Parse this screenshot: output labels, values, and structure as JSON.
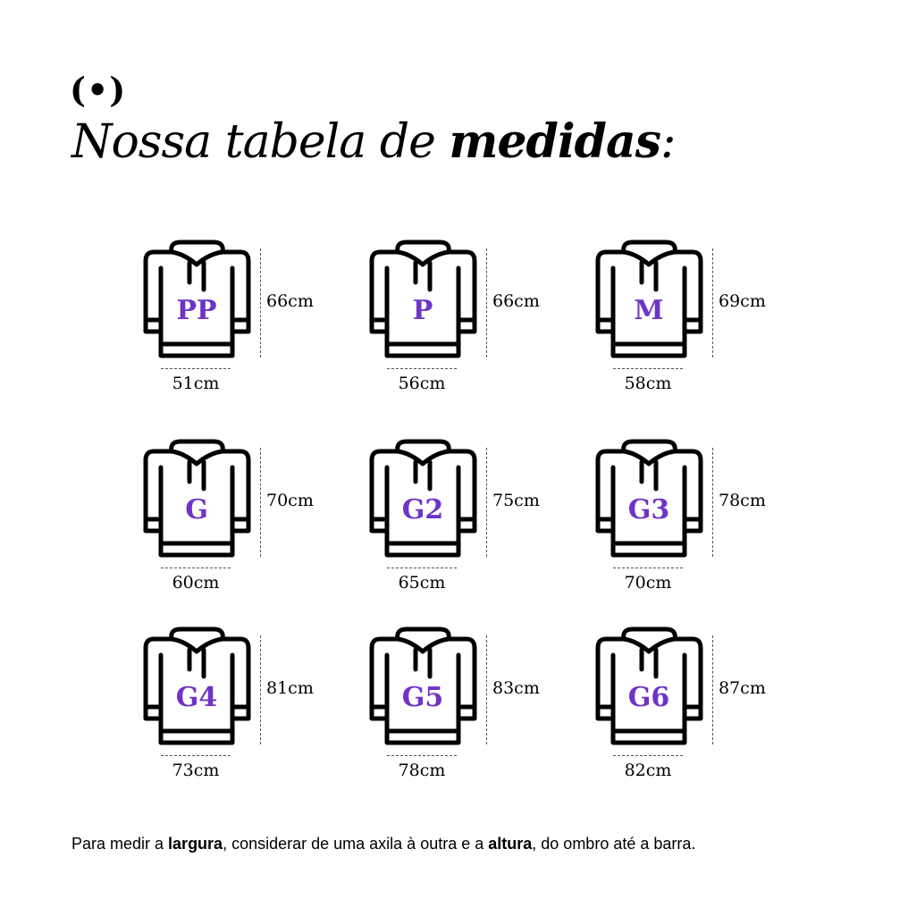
{
  "logo": "(•)",
  "title": {
    "normal": "Nossa tabela de ",
    "bold": "medidas",
    "end": ":"
  },
  "sizes": [
    {
      "label": "PP",
      "height": "66cm",
      "width": "51cm"
    },
    {
      "label": "P",
      "height": "66cm",
      "width": "56cm"
    },
    {
      "label": "M",
      "height": "69cm",
      "width": "58cm"
    },
    {
      "label": "G",
      "height": "70cm",
      "width": "60cm"
    },
    {
      "label": "G2",
      "height": "75cm",
      "width": "65cm"
    },
    {
      "label": "G3",
      "height": "78cm",
      "width": "70cm"
    },
    {
      "label": "G4",
      "height": "81cm",
      "width": "73cm"
    },
    {
      "label": "G5",
      "height": "83cm",
      "width": "78cm"
    },
    {
      "label": "G6",
      "height": "87cm",
      "width": "82cm"
    }
  ],
  "note": {
    "p1": "Para medir a ",
    "b1": "largura",
    "p2": ", considerar de uma axila à outra e a ",
    "b2": "altura",
    "p3": ", do ombro até a barra."
  },
  "colors": {
    "accent": "#6e34c8"
  }
}
